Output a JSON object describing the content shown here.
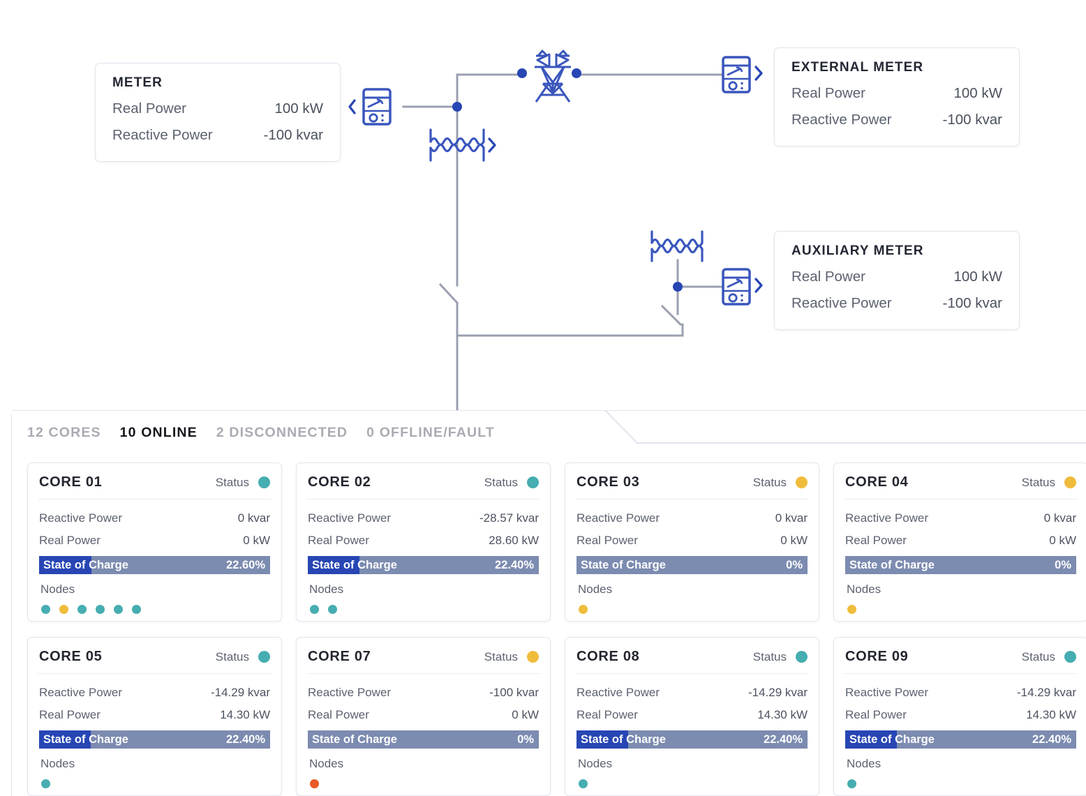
{
  "colors": {
    "online": "#46adb0",
    "warning": "#f0bc3c",
    "fault": "#ea5a24",
    "soc_fill": "#2746b4",
    "soc_track": "#7c8bb0",
    "diagram_blue": "#3a56bd",
    "diagram_line": "#9aa0b0"
  },
  "meters": [
    {
      "id": "meter",
      "title": "METER",
      "rows": [
        {
          "label": "Real Power",
          "value": "100 kW"
        },
        {
          "label": "Reactive Power",
          "value": "-100 kvar"
        }
      ]
    },
    {
      "id": "external-meter",
      "title": "EXTERNAL METER",
      "rows": [
        {
          "label": "Real Power",
          "value": "100 kW"
        },
        {
          "label": "Reactive Power",
          "value": "-100 kvar"
        }
      ]
    },
    {
      "id": "auxiliary-meter",
      "title": "AUXILIARY METER",
      "rows": [
        {
          "label": "Real Power",
          "value": "100 kW"
        },
        {
          "label": "Reactive Power",
          "value": "-100 kvar"
        }
      ]
    }
  ],
  "diagram": {
    "icons": [
      "meter-icon",
      "transmission-tower-icon",
      "transformer-icon",
      "external-meter-icon",
      "auxiliary-meter-icon",
      "auxiliary-transformer-icon",
      "breaker-open-icon"
    ]
  },
  "cores_panel": {
    "summary": [
      {
        "text": "12 CORES",
        "active": false
      },
      {
        "text": "10 ONLINE",
        "active": true
      },
      {
        "text": "2 DISCONNECTED",
        "active": false
      },
      {
        "text": "0 OFFLINE/FAULT",
        "active": false
      }
    ],
    "status_label": "Status",
    "metric_labels": {
      "reactive": "Reactive Power",
      "real": "Real Power",
      "soc": "State of Charge",
      "nodes": "Nodes"
    },
    "cores": [
      {
        "name": "CORE 01",
        "status": "online",
        "reactive_power": "0 kvar",
        "real_power": "0 kW",
        "soc_text": "22.60%",
        "soc_percent": 22.6,
        "nodes": [
          "online",
          "warning",
          "online",
          "online",
          "online",
          "online"
        ]
      },
      {
        "name": "CORE 02",
        "status": "online",
        "reactive_power": "-28.57 kvar",
        "real_power": "28.60 kW",
        "soc_text": "22.40%",
        "soc_percent": 22.4,
        "nodes": [
          "online",
          "online"
        ]
      },
      {
        "name": "CORE 03",
        "status": "warning",
        "reactive_power": "0 kvar",
        "real_power": "0 kW",
        "soc_text": "0%",
        "soc_percent": 0,
        "nodes": [
          "warning"
        ]
      },
      {
        "name": "CORE 04",
        "status": "warning",
        "reactive_power": "0 kvar",
        "real_power": "0 kW",
        "soc_text": "0%",
        "soc_percent": 0,
        "nodes": [
          "warning"
        ]
      },
      {
        "name": "CORE 05",
        "status": "online",
        "reactive_power": "-14.29 kvar",
        "real_power": "14.30 kW",
        "soc_text": "22.40%",
        "soc_percent": 22.4,
        "nodes": [
          "online"
        ]
      },
      {
        "name": "CORE 07",
        "status": "warning",
        "reactive_power": "-100 kvar",
        "real_power": "0 kW",
        "soc_text": "0%",
        "soc_percent": 0,
        "nodes": [
          "fault"
        ]
      },
      {
        "name": "CORE 08",
        "status": "online",
        "reactive_power": "-14.29 kvar",
        "real_power": "14.30 kW",
        "soc_text": "22.40%",
        "soc_percent": 22.4,
        "nodes": [
          "online"
        ]
      },
      {
        "name": "CORE 09",
        "status": "online",
        "reactive_power": "-14.29 kvar",
        "real_power": "14.30 kW",
        "soc_text": "22.40%",
        "soc_percent": 22.4,
        "nodes": [
          "online"
        ]
      }
    ]
  }
}
